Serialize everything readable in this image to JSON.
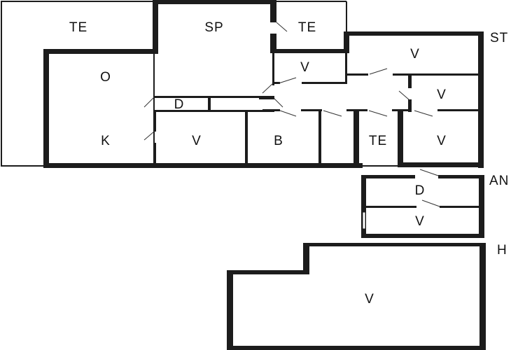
{
  "floorplan": {
    "floors": [
      {
        "label": "ST"
      },
      {
        "label": "AN"
      },
      {
        "label": "H"
      }
    ],
    "rooms": [
      {
        "id": "te-left",
        "label": "TE"
      },
      {
        "id": "sp",
        "label": "SP"
      },
      {
        "id": "te-top",
        "label": "TE"
      },
      {
        "id": "o",
        "label": "O"
      },
      {
        "id": "d-main",
        "label": "D"
      },
      {
        "id": "k",
        "label": "K"
      },
      {
        "id": "v-1",
        "label": "V"
      },
      {
        "id": "b",
        "label": "B"
      },
      {
        "id": "te-small",
        "label": "TE"
      },
      {
        "id": "v-small-top",
        "label": "V"
      },
      {
        "id": "v-st-top",
        "label": "V"
      },
      {
        "id": "v-st-mid",
        "label": "V"
      },
      {
        "id": "v-st-bottom",
        "label": "V"
      },
      {
        "id": "d-an",
        "label": "D"
      },
      {
        "id": "v-an",
        "label": "V"
      },
      {
        "id": "v-h",
        "label": "V"
      }
    ]
  },
  "colors": {
    "wall": "#1c1c1c",
    "background": "#ffffff"
  }
}
